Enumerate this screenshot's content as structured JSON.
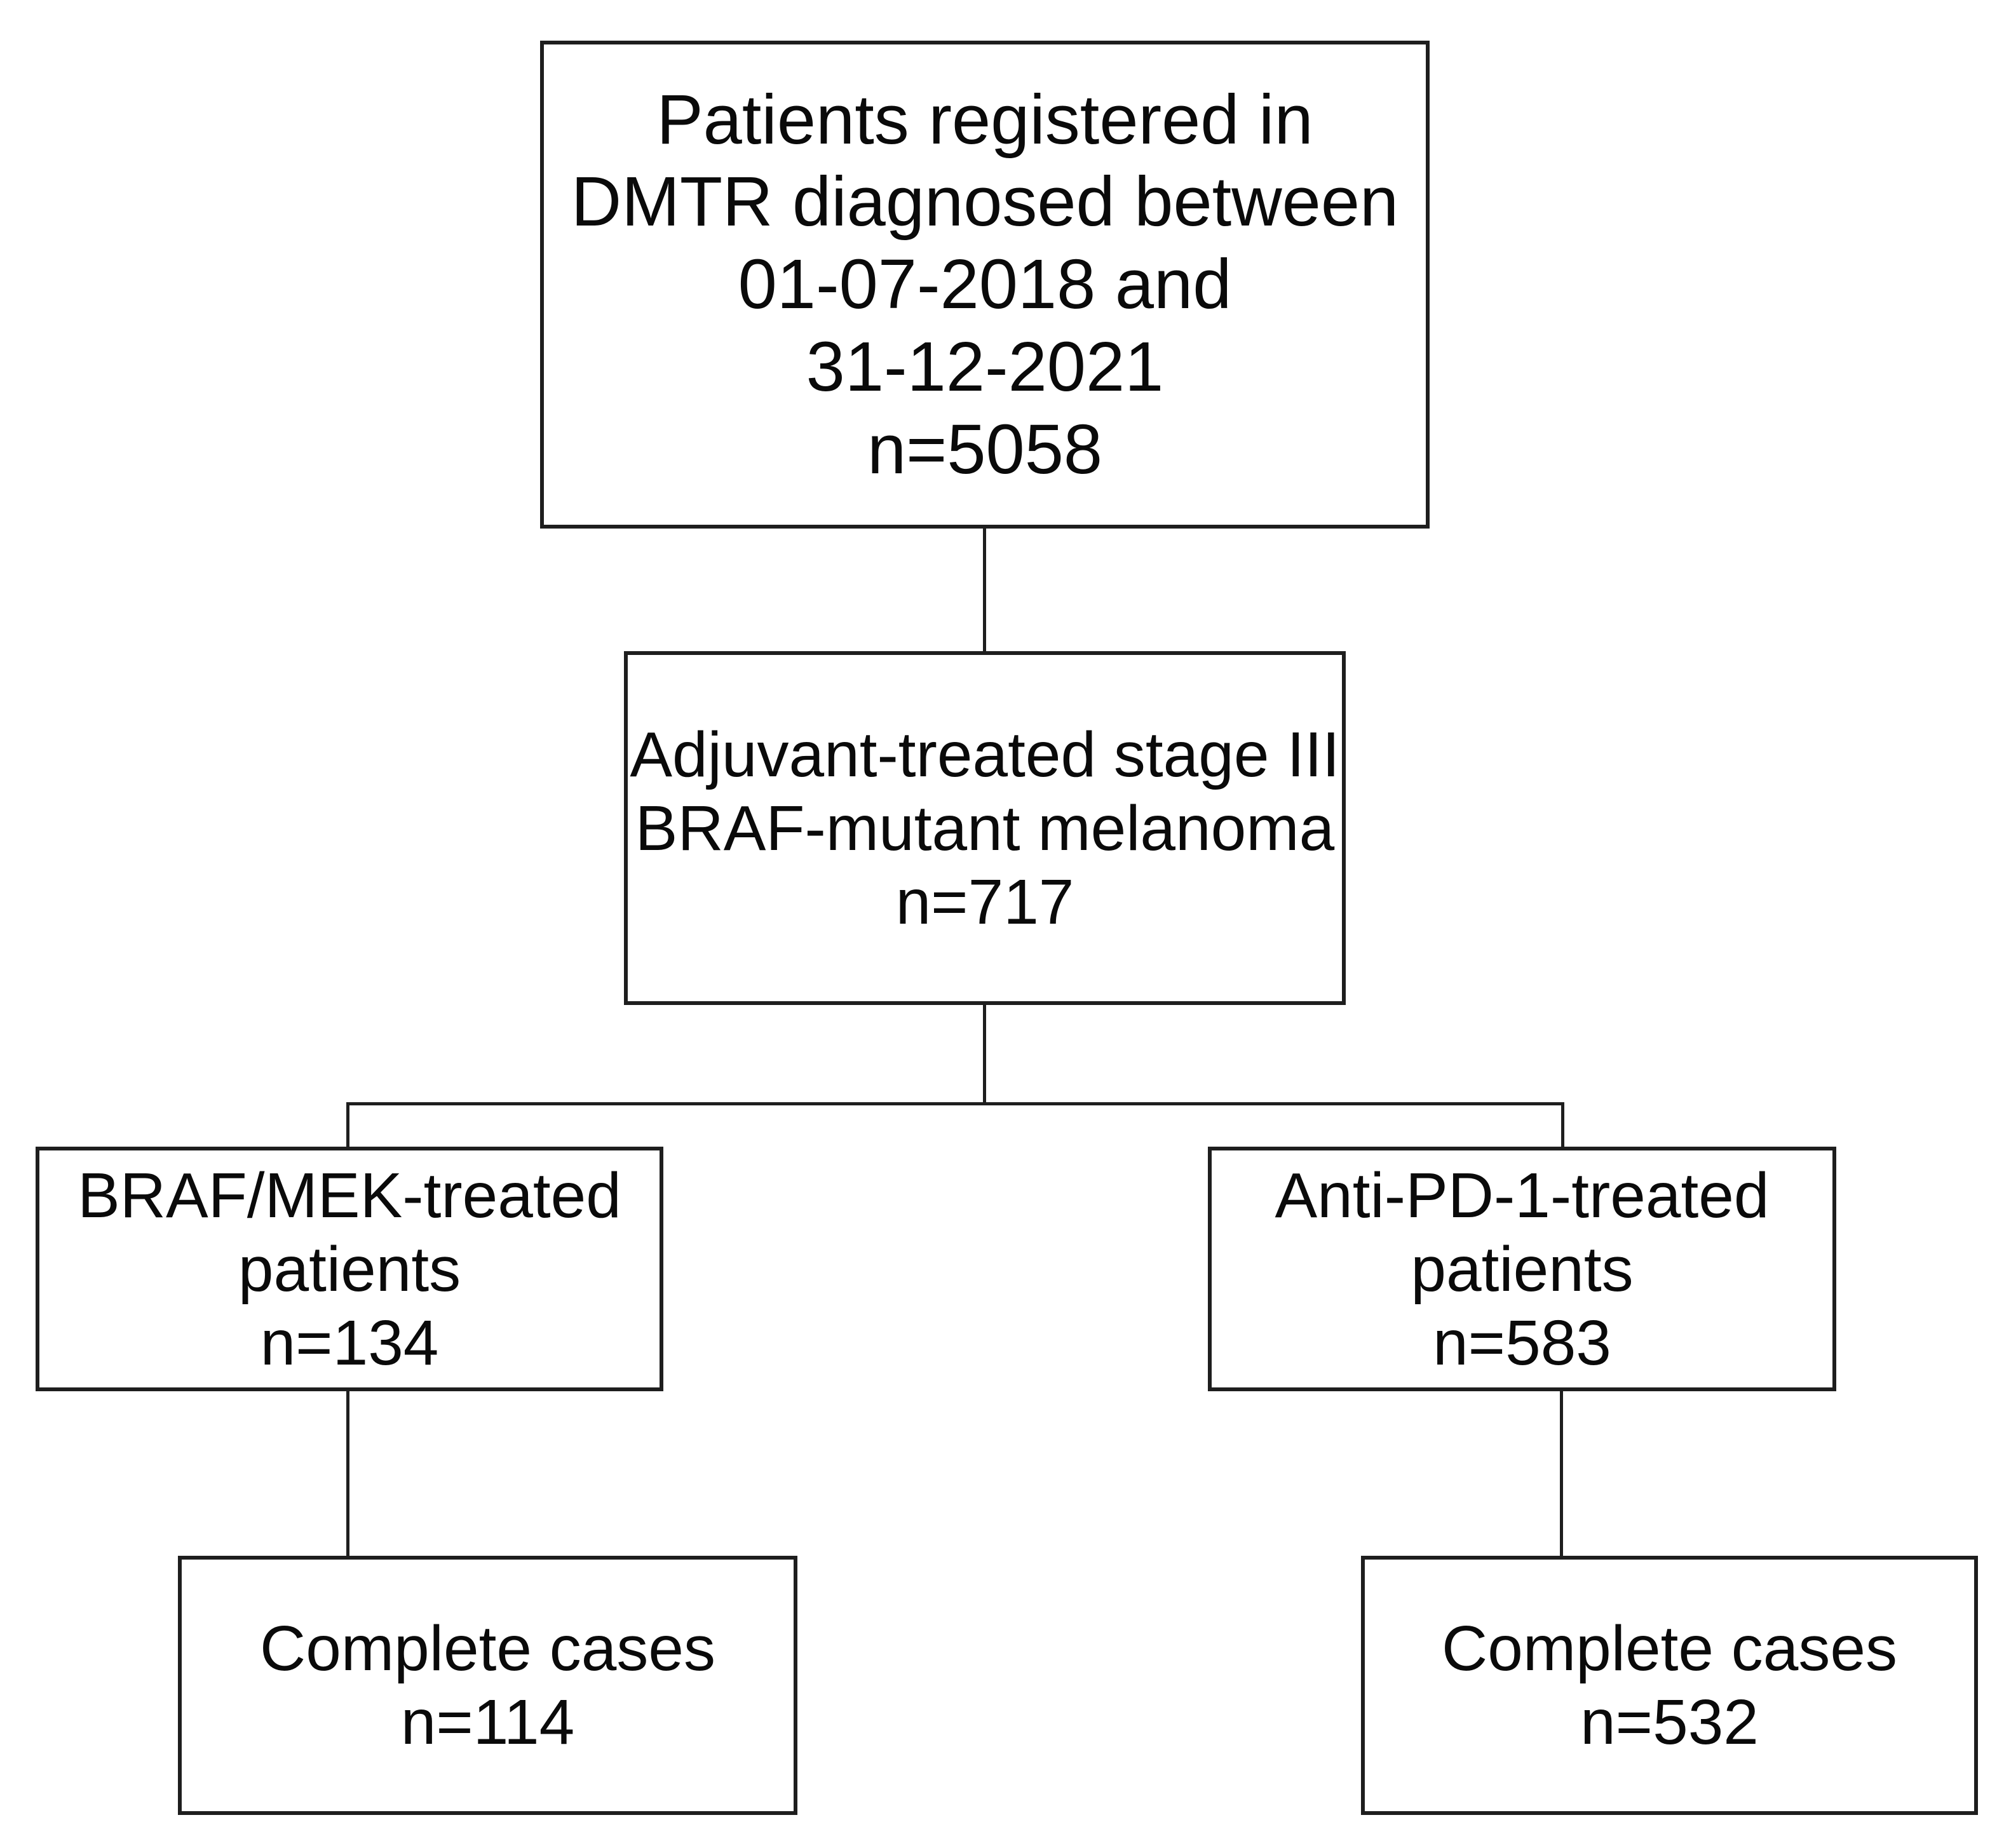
{
  "colors": {
    "line": "#1e1e1e",
    "text": "#0a0a0a",
    "background": "#ffffff"
  },
  "nodes": {
    "registered": {
      "n": 5058,
      "lines": [
        "Patients registered in",
        "DMTR diagnosed between",
        "01-07-2018 and",
        "31-12-2021",
        "n=5058"
      ]
    },
    "adjuvant": {
      "n": 717,
      "lines": [
        "Adjuvant-treated stage III",
        "BRAF-mutant melanoma",
        "n=717"
      ]
    },
    "braf_mek": {
      "n": 134,
      "lines": [
        "BRAF/MEK-treated",
        "patients",
        "n=134"
      ]
    },
    "anti_pd1": {
      "n": 583,
      "lines": [
        "Anti-PD-1-treated",
        "patients",
        "n=583"
      ]
    },
    "complete_braf": {
      "n": 114,
      "lines": [
        "Complete cases",
        "n=114"
      ]
    },
    "complete_pd1": {
      "n": 532,
      "lines": [
        "Complete cases",
        "n=532"
      ]
    }
  },
  "edges": [
    {
      "from": "registered",
      "to": "adjuvant"
    },
    {
      "from": "adjuvant",
      "to": "braf_mek"
    },
    {
      "from": "adjuvant",
      "to": "anti_pd1"
    },
    {
      "from": "braf_mek",
      "to": "complete_braf"
    },
    {
      "from": "anti_pd1",
      "to": "complete_pd1"
    }
  ]
}
